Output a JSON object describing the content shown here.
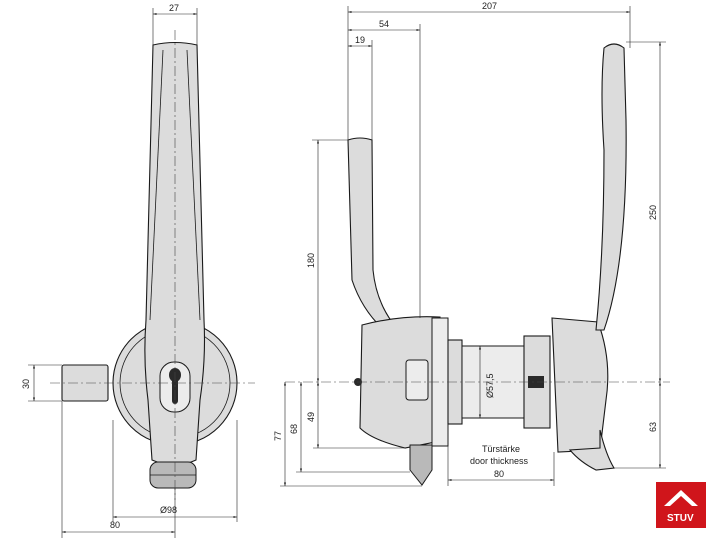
{
  "front_view": {
    "width_top": "27",
    "shaft_diameter": "30",
    "rosette_diameter": "Ø98",
    "overall_width": "80"
  },
  "side_view": {
    "overall_length": "207",
    "offset_54": "54",
    "offset_19": "19",
    "lever_height": "180",
    "cylinder_diameter": "Ø57,5",
    "handle_height": "250",
    "handle_lower": "63",
    "height_77": "77",
    "height_68": "68",
    "height_49": "49",
    "door_thickness_de": "Türstärke",
    "door_thickness_en": "door thickness",
    "door_span": "80"
  },
  "logo": {
    "text": "STUV",
    "color": "#d0151b"
  }
}
